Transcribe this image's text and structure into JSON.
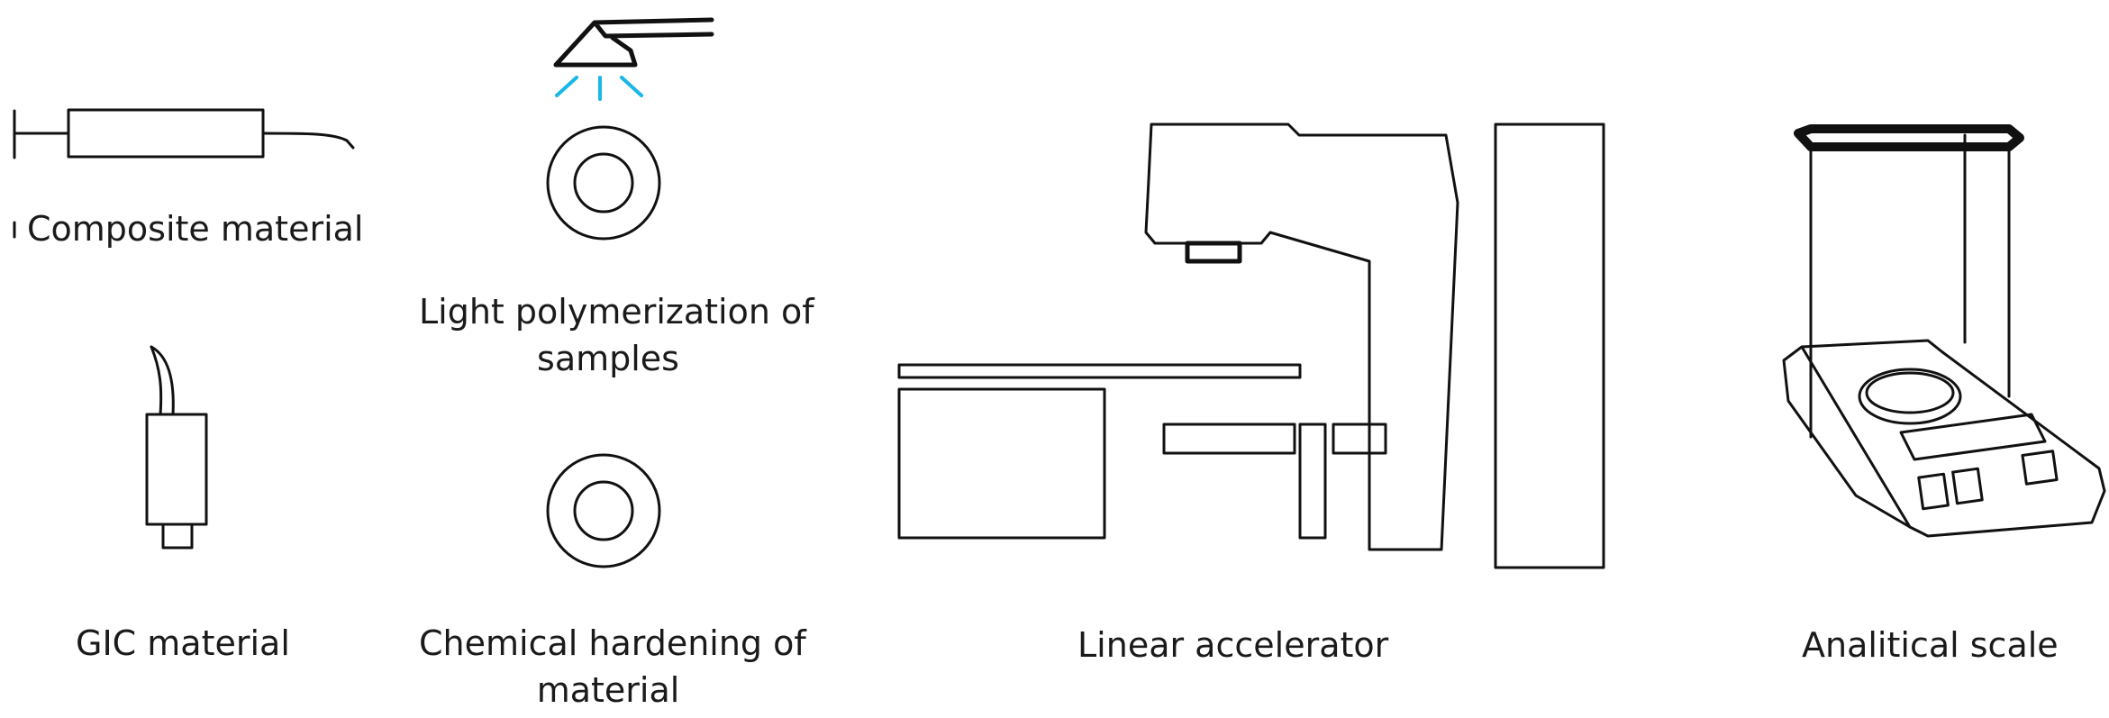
{
  "labels": {
    "composite": "Composite material",
    "gic": "GIC material",
    "light_line1": "Light polymerization of",
    "light_line2": "samples",
    "chemical_line1": "Chemical hardening of",
    "chemical_line2": "material",
    "linac": "Linear accelerator",
    "scale": "Analitical scale"
  },
  "colors": {
    "line": "#111111",
    "light_rays": "#19b6e8",
    "text": "#1a1a1a",
    "background": "#ffffff"
  },
  "icons": [
    "syringe-icon",
    "gic-capsule-icon",
    "curing-light-icon",
    "sample-disc-icon",
    "linear-accelerator-icon",
    "analytical-balance-icon"
  ]
}
